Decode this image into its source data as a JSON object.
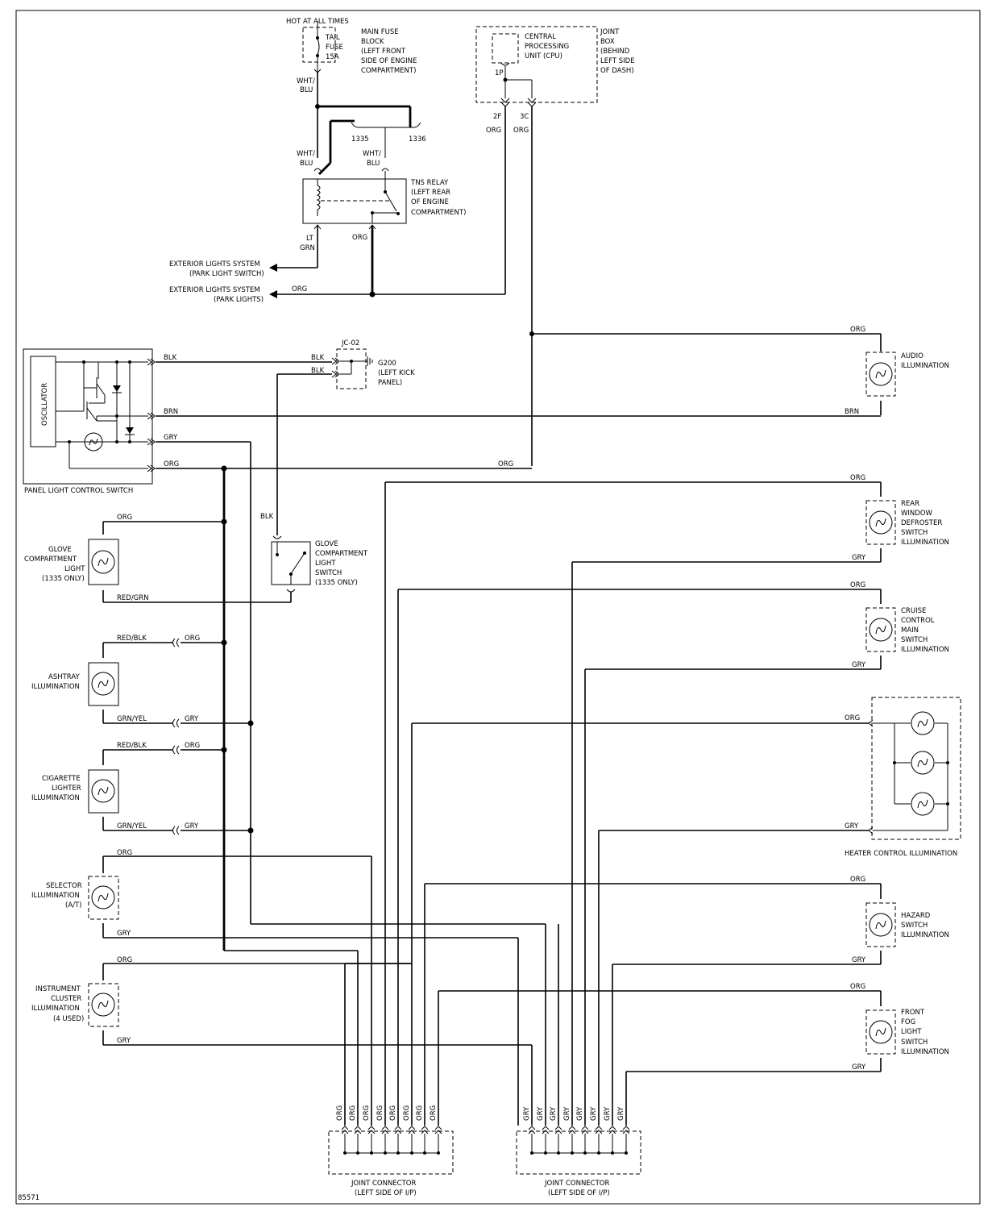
{
  "labels": {
    "hot": "HOT AT ALL TIMES",
    "tail_fuse": [
      "TAIL",
      "FUSE",
      "15A"
    ],
    "main_fuse": [
      "MAIN FUSE",
      "BLOCK",
      "(LEFT FRONT",
      "SIDE OF ENGINE",
      "COMPARTMENT)"
    ],
    "wht_blu_1": [
      "WHT/",
      "BLU"
    ],
    "wht_blu_2": [
      "WHT/",
      "BLU"
    ],
    "wht_blu_3": [
      "WHT/",
      "BLU"
    ],
    "variant_1335": "1335",
    "variant_1336": "1336",
    "cpu": [
      "CENTRAL",
      "PROCESSING",
      "UNIT (CPU)"
    ],
    "joint_box": [
      "JOINT",
      "BOX",
      "(BEHIND",
      "LEFT SIDE",
      "OF DASH)"
    ],
    "pin_1p": "1P",
    "pin_2f": "2F",
    "pin_3c": "3C",
    "tns_relay": [
      "TNS RELAY",
      "(LEFT REAR",
      "OF ENGINE",
      "COMPARTMENT)"
    ],
    "lt_grn": [
      "LT",
      "GRN"
    ],
    "ext_lights_switch": [
      "EXTERIOR LIGHTS SYSTEM",
      "(PARK LIGHT SWITCH)"
    ],
    "ext_lights_park": [
      "EXTERIOR LIGHTS SYSTEM",
      "(PARK LIGHTS)"
    ],
    "jc02": "JC-02",
    "g200": [
      "G200",
      "(LEFT KICK",
      "PANEL)"
    ],
    "oscillator": "OSCILLATOR",
    "panel_switch": "PANEL LIGHT CONTROL SWITCH",
    "audio": [
      "AUDIO",
      "ILLUMINATION"
    ],
    "rear_defroster": [
      "REAR",
      "WINDOW",
      "DEFROSTER",
      "SWITCH",
      "ILLUMINATION"
    ],
    "cruise": [
      "CRUISE",
      "CONTROL",
      "MAIN",
      "SWITCH",
      "ILLUMINATION"
    ],
    "heater": "HEATER CONTROL ILLUMINATION",
    "hazard": [
      "HAZARD",
      "SWITCH",
      "ILLUMINATION"
    ],
    "fog": [
      "FRONT",
      "FOG",
      "LIGHT",
      "SWITCH",
      "ILLUMINATION"
    ],
    "glove_light": [
      "GLOVE",
      "COMPARTMENT",
      "LIGHT",
      "(1335 ONLY)"
    ],
    "glove_switch": [
      "GLOVE",
      "COMPARTMENT",
      "LIGHT",
      "SWITCH",
      "(1335 ONLY)"
    ],
    "ashtray": [
      "ASHTRAY",
      "ILLUMINATION"
    ],
    "cigarette": [
      "CIGARETTE",
      "LIGHTER",
      "ILLUMINATION"
    ],
    "selector": [
      "SELECTOR",
      "ILLUMINATION",
      "(A/T)"
    ],
    "cluster": [
      "INSTRUMENT",
      "CLUSTER",
      "ILLUMINATION",
      "(4 USED)"
    ],
    "joint_conn_1": [
      "JOINT CONNECTOR",
      "(LEFT SIDE OF I/P)"
    ],
    "joint_conn_2": [
      "JOINT CONNECTOR",
      "(LEFT SIDE OF I/P)"
    ],
    "fig_id": "85571"
  },
  "colors": {
    "org": "ORG",
    "gry": "GRY",
    "blk": "BLK",
    "brn": "BRN",
    "red_grn": "RED/GRN",
    "red_blk": "RED/BLK",
    "grn_yel": "GRN/YEL"
  }
}
